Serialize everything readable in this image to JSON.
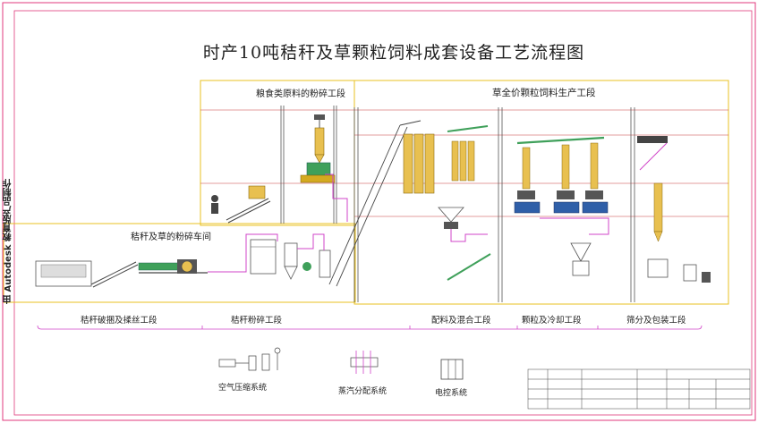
{
  "title": "时产10吨秸秆及草颗粒饲料成套设备工艺流程图",
  "sections": {
    "grain_crushing": "粮食类原料的粉碎工段",
    "straw_crushing_workshop": "秸秆及草的粉碎车间",
    "grass_feed_production": "草全价颗粒饲料生产工段"
  },
  "stages": [
    "秸秆破捆及揉丝工段",
    "秸秆粉碎工段",
    "配料及混合工段",
    "颗粒及冷却工段",
    "筛分及包装工段"
  ],
  "utilities": {
    "air": "空气压缩系统",
    "steam": "蒸汽分配系统",
    "electric": "电控系统"
  },
  "sidebar_text": "由 Autodesk 教育版产品制作",
  "colors": {
    "frame": "#e03a7c",
    "section_box": "#e8c020",
    "flow_line": "#d044c8",
    "equipment": "#d4aa20",
    "dark": "#303030"
  }
}
